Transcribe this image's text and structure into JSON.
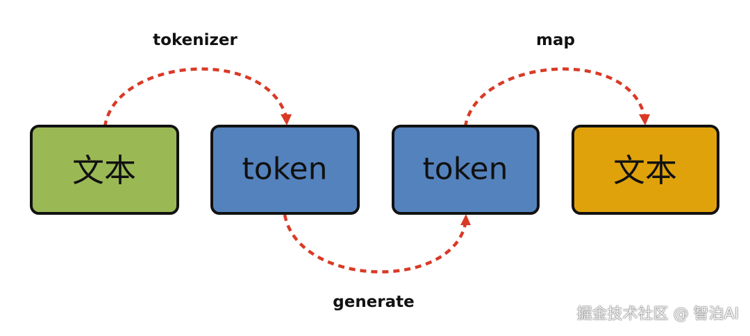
{
  "nodes": [
    {
      "id": "text_input",
      "label": "文本",
      "fill": "#9ab955"
    },
    {
      "id": "token_a",
      "label": "token",
      "fill": "#5482bd"
    },
    {
      "id": "token_b",
      "label": "token",
      "fill": "#5482bd"
    },
    {
      "id": "text_output",
      "label": "文本",
      "fill": "#e0a20b"
    }
  ],
  "edges": [
    {
      "from": "text_input",
      "to": "token_a",
      "label": "tokenizer"
    },
    {
      "from": "token_a",
      "to": "token_b",
      "label": "generate"
    },
    {
      "from": "token_b",
      "to": "text_output",
      "label": "map"
    }
  ],
  "colors": {
    "arrow": "#d93a26",
    "border": "#111111"
  },
  "watermark": "掘金技术社区 @ 智泊AI"
}
